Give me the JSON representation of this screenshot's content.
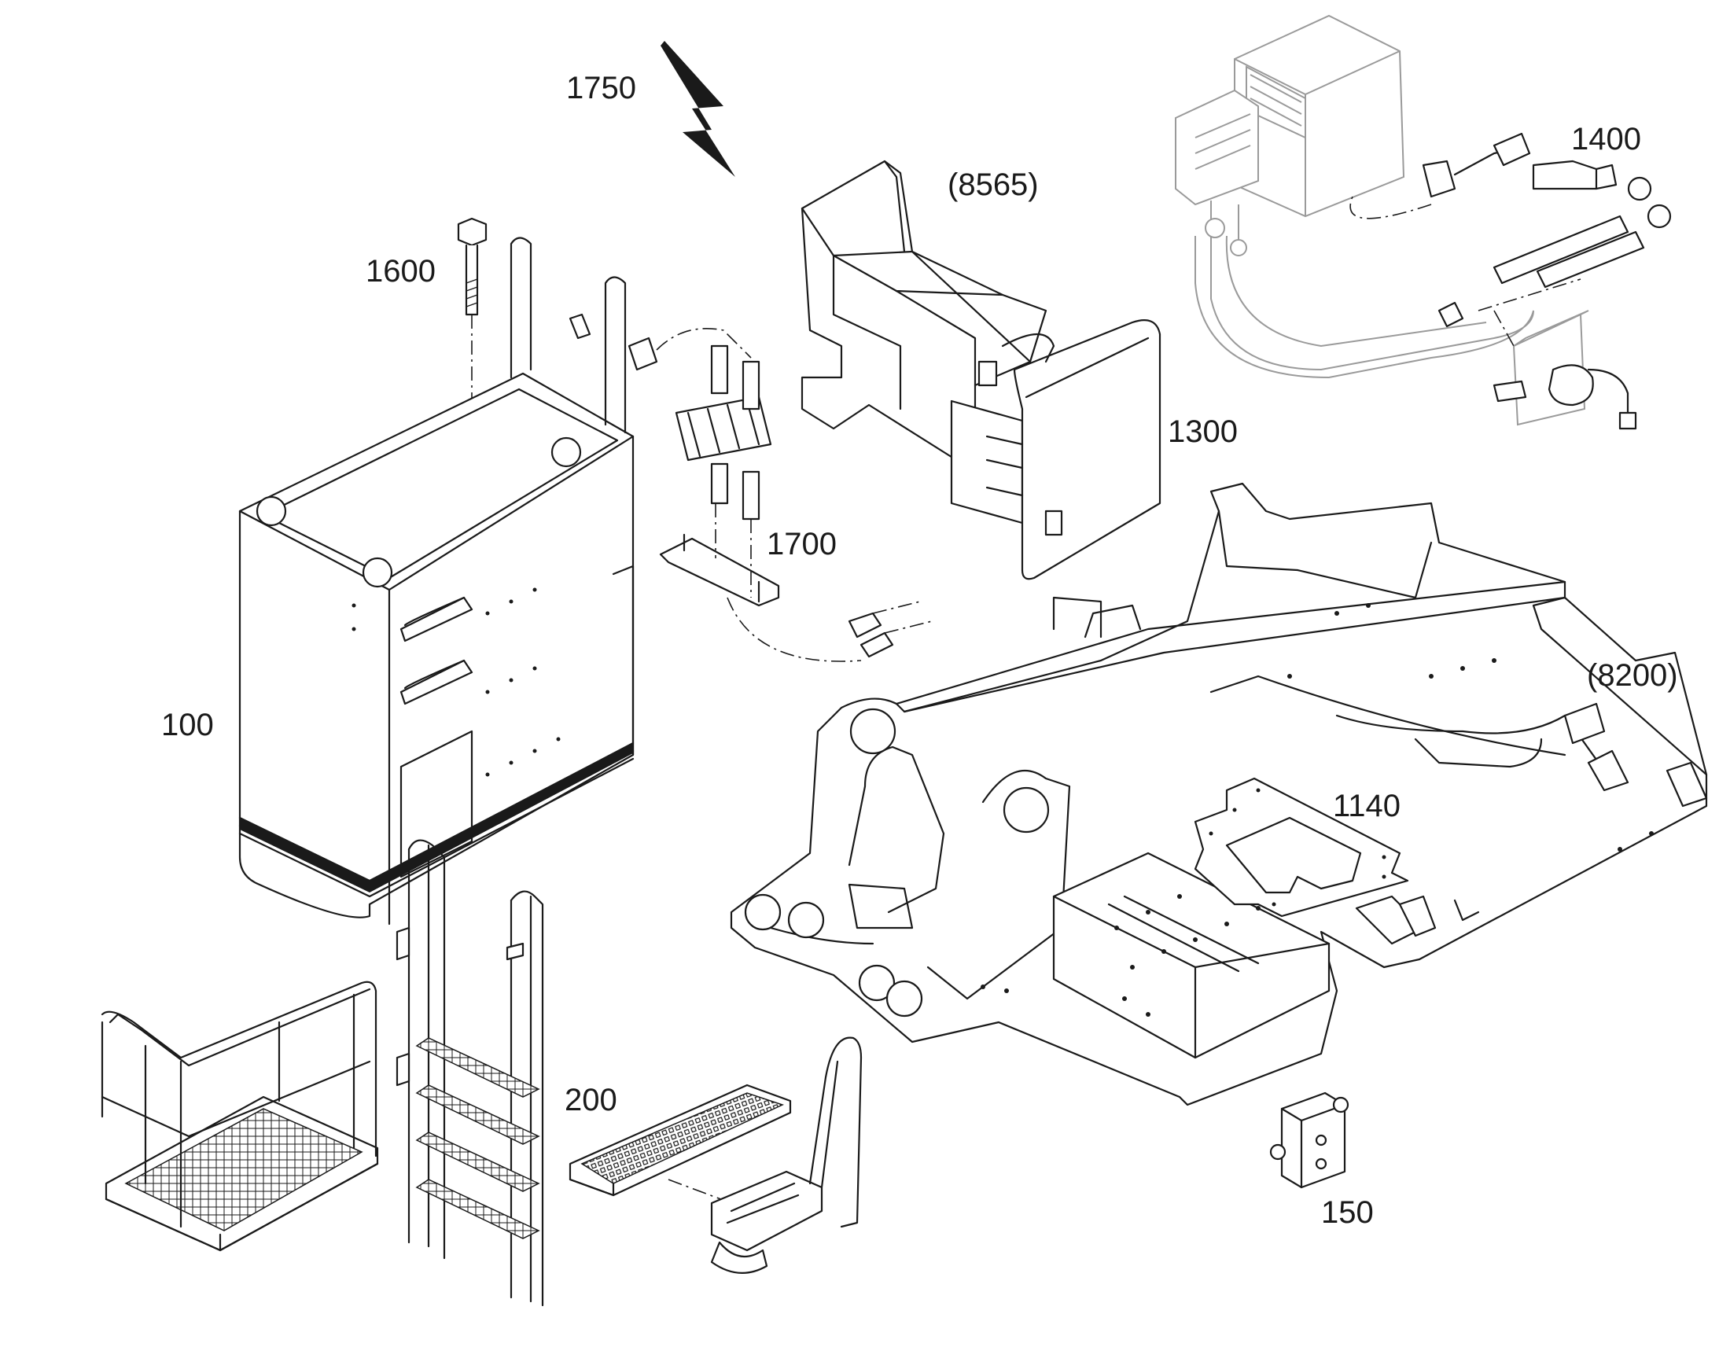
{
  "labels": {
    "p1750": "1750",
    "p8565": "(8565)",
    "p1400": "1400",
    "p1600": "1600",
    "p1300": "1300",
    "p1700": "1700",
    "p8200": "(8200)",
    "p100": "100",
    "p1140": "1140",
    "p200": "200",
    "p150": "150"
  }
}
